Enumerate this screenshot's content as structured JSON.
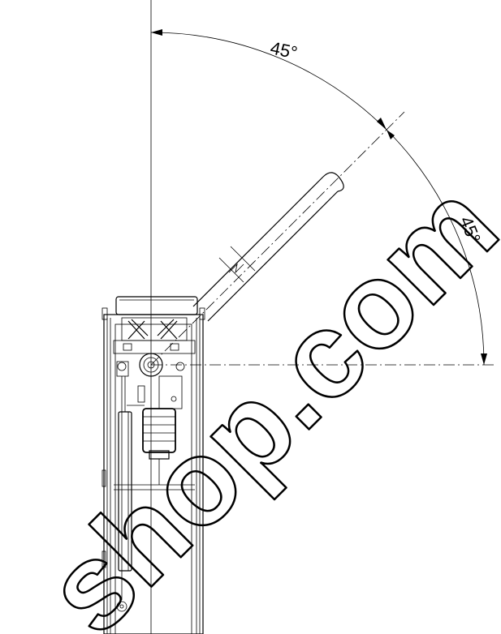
{
  "diagram": {
    "angle_upper_label": "45°",
    "angle_lower_label": "45°",
    "watermark_text": "shop.com"
  }
}
